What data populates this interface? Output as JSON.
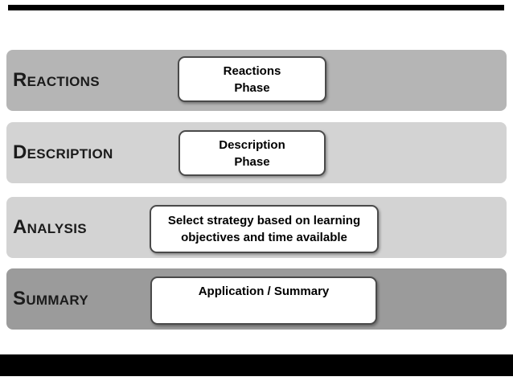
{
  "canvas": {
    "background": "#ffffff",
    "letterbox_color": "#000000"
  },
  "rows": [
    {
      "label": "REACTIONS",
      "bar_color": "#b5b5b5",
      "box_lines": [
        "Reactions",
        "Phase"
      ]
    },
    {
      "label": "DESCRIPTION",
      "bar_color": "#d3d3d3",
      "box_lines": [
        "Description",
        "Phase"
      ]
    },
    {
      "label": "ANALYSIS",
      "bar_color": "#d3d3d3",
      "box_lines": [
        "Select strategy based on learning",
        "objectives and time available"
      ]
    },
    {
      "label": "SUMMARY",
      "bar_color": "#9b9b9b",
      "box_lines": [
        "Application / Summary",
        ""
      ]
    }
  ]
}
